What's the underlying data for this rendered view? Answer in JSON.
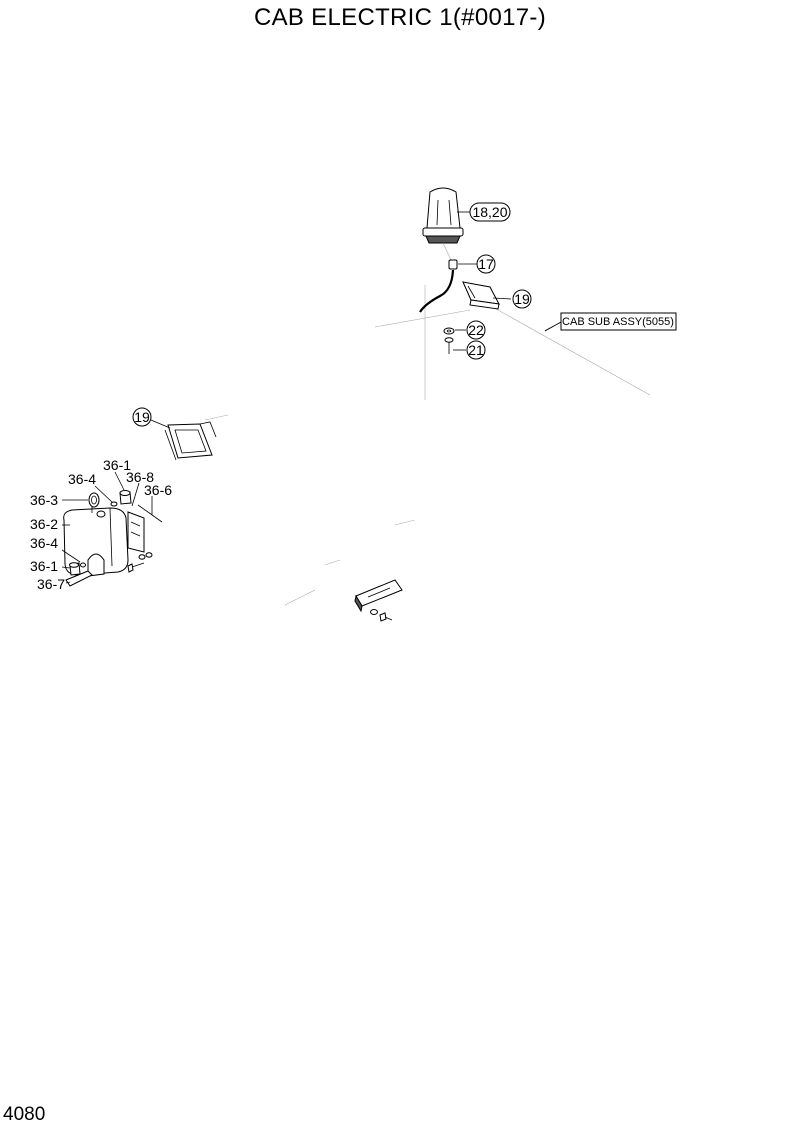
{
  "title": "CAB ELECTRIC 1(#0017-)",
  "page_number": "4080",
  "callouts": {
    "beacon": "18,20",
    "connector": "17",
    "lamp_right": "19",
    "washer": "22",
    "screw": "21",
    "lamp_left": "19",
    "cover_nut_top": "36-1",
    "cover_washer_top": "36-4",
    "cover_bracket": "36-8",
    "cover_ring": "36-3",
    "cover_bolt": "36-6",
    "cover_housing": "36-2",
    "cover_washer_bottom": "36-4",
    "cover_nut_bottom": "36-1",
    "cover_clip": "36-7"
  },
  "reference_box": "CAB SUB ASSY(5055)",
  "colors": {
    "line": "#000000",
    "ghost": "#aaaaaa",
    "background": "#ffffff"
  }
}
